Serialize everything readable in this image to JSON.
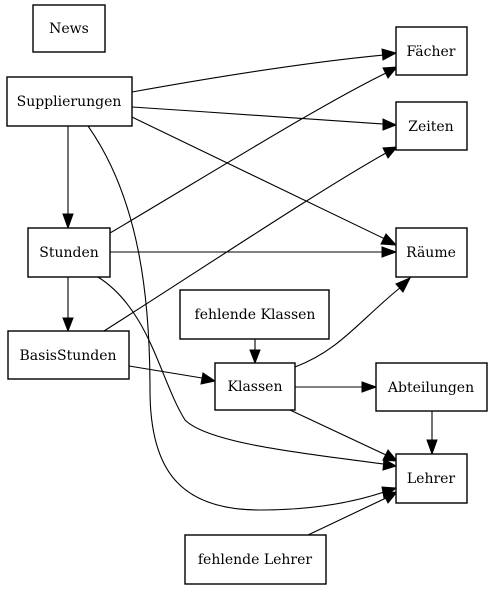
{
  "diagram": {
    "nodes": [
      {
        "id": "news",
        "label": "News"
      },
      {
        "id": "supplierungen",
        "label": "Supplierungen"
      },
      {
        "id": "faecher",
        "label": "Fächer"
      },
      {
        "id": "zeiten",
        "label": "Zeiten"
      },
      {
        "id": "stunden",
        "label": "Stunden"
      },
      {
        "id": "raeume",
        "label": "Räume"
      },
      {
        "id": "fehlende_klassen",
        "label": "fehlende Klassen"
      },
      {
        "id": "basisstunden",
        "label": "BasisStunden"
      },
      {
        "id": "klassen",
        "label": "Klassen"
      },
      {
        "id": "abteilungen",
        "label": "Abteilungen"
      },
      {
        "id": "lehrer",
        "label": "Lehrer"
      },
      {
        "id": "fehlende_lehrer",
        "label": "fehlende Lehrer"
      }
    ],
    "edges": [
      {
        "from": "supplierungen",
        "to": "faecher"
      },
      {
        "from": "supplierungen",
        "to": "zeiten"
      },
      {
        "from": "supplierungen",
        "to": "raeume"
      },
      {
        "from": "supplierungen",
        "to": "stunden"
      },
      {
        "from": "supplierungen",
        "to": "lehrer"
      },
      {
        "from": "stunden",
        "to": "faecher"
      },
      {
        "from": "stunden",
        "to": "raeume"
      },
      {
        "from": "stunden",
        "to": "basisstunden"
      },
      {
        "from": "stunden",
        "to": "lehrer"
      },
      {
        "from": "basisstunden",
        "to": "zeiten"
      },
      {
        "from": "basisstunden",
        "to": "klassen"
      },
      {
        "from": "fehlende_klassen",
        "to": "klassen"
      },
      {
        "from": "klassen",
        "to": "raeume"
      },
      {
        "from": "klassen",
        "to": "abteilungen"
      },
      {
        "from": "klassen",
        "to": "lehrer"
      },
      {
        "from": "abteilungen",
        "to": "lehrer"
      },
      {
        "from": "fehlende_lehrer",
        "to": "lehrer"
      }
    ]
  }
}
